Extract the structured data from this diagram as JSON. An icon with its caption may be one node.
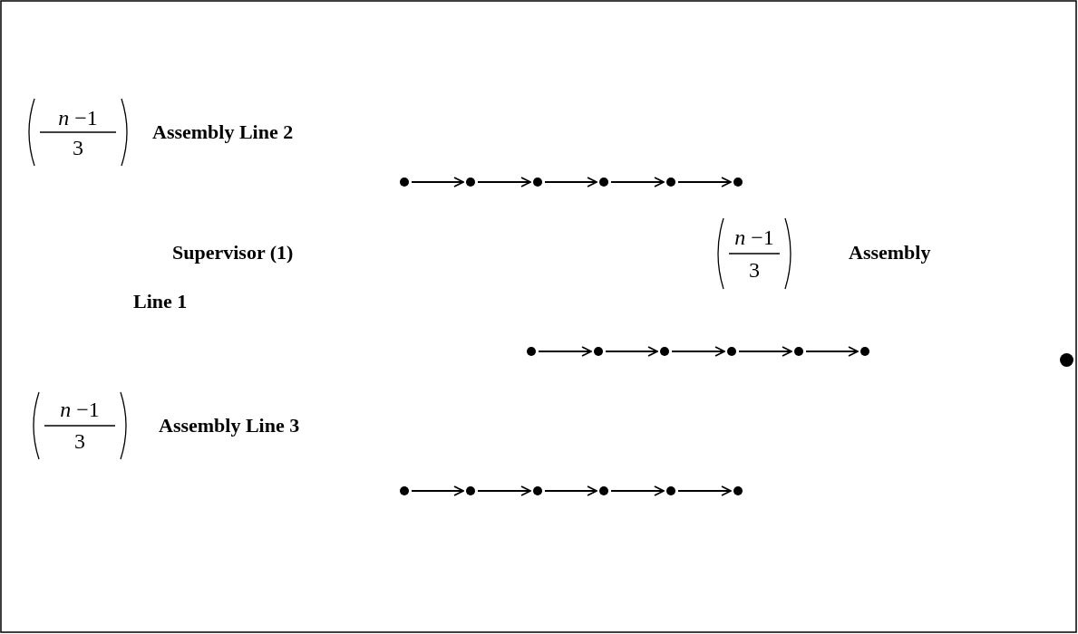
{
  "diagram": {
    "nodes": [
      {
        "text": [],
        "shape": "circle"
      },
      {
        "text": [],
        "shape": "circle"
      },
      {
        "text": [],
        "shape": "circle"
      },
      {
        "text": [],
        "shape": "circle"
      },
      {
        "text": [],
        "shape": "circle"
      },
      {
        "text": [],
        "shape": "circle"
      },
      {
        "text": [],
        "shape": "circle"
      },
      {
        "text": [],
        "shape": "circle"
      },
      {
        "text": [],
        "shape": "circle"
      },
      {
        "text": [],
        "shape": "circle"
      },
      {
        "text": [],
        "shape": "circle"
      },
      {
        "text": [],
        "shape": "circle"
      },
      {
        "text": [],
        "shape": "circle"
      },
      {
        "text": [],
        "shape": "circle"
      },
      {
        "text": [],
        "shape": "circle"
      },
      {
        "text": [],
        "shape": "circle"
      },
      {
        "text": [],
        "shape": "circle"
      },
      {
        "text": [],
        "shape": "circle"
      },
      {
        "text": [],
        "shape": "circle"
      }
    ],
    "edges": [
      {
        "from": 0,
        "to": 1,
        "arrow": "to"
      },
      {
        "from": 1,
        "to": 2,
        "arrow": "to"
      },
      {
        "from": 2,
        "to": 3,
        "arrow": "to"
      },
      {
        "from": 3,
        "to": 4,
        "arrow": "to"
      },
      {
        "from": 4,
        "to": 5,
        "arrow": "to"
      },
      {
        "from": 6,
        "to": 7,
        "arrow": "to"
      },
      {
        "from": 7,
        "to": 8,
        "arrow": "to"
      },
      {
        "from": 8,
        "to": 9,
        "arrow": "to"
      },
      {
        "from": 9,
        "to": 10,
        "arrow": "to"
      },
      {
        "from": 10,
        "to": 11,
        "arrow": "to"
      },
      {
        "from": 13,
        "to": 14,
        "arrow": "to"
      },
      {
        "from": 14,
        "to": 15,
        "arrow": "to"
      },
      {
        "from": 15,
        "to": 16,
        "arrow": "to"
      },
      {
        "from": 16,
        "to": 17,
        "arrow": "to"
      },
      {
        "from": 17,
        "to": 18,
        "arrow": "to"
      }
    ],
    "labels": [
      "*n* −1",
      "3",
      "Assembly Line 2",
      "Supervisor (1)",
      "*n* −1",
      "3",
      "Assembly",
      "Line 1",
      "*n* −1",
      "3",
      "Assembly Line 3"
    ]
  }
}
